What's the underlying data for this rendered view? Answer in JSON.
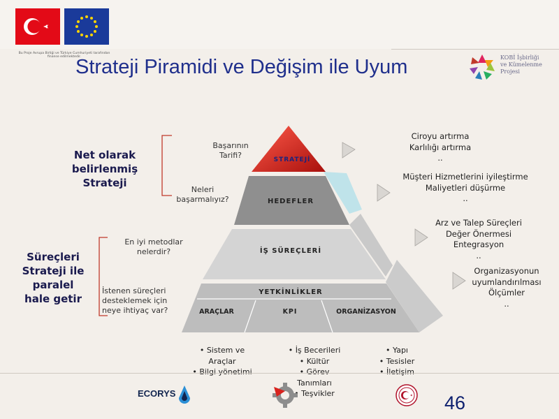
{
  "slide": {
    "title": "Strateji Piramidi ve Değişim ile Uyum",
    "page_number": "46"
  },
  "header": {
    "funding_note": "Bu Proje Avrupa Birliği ve Türkiye Cumhuriyeti tarafından finanse edilmektedir.",
    "kobi_logo_text": [
      "KOBİ İşbirliği",
      "ve Kümelenme",
      "Projesi"
    ]
  },
  "left": {
    "strategy_heading": [
      "Net olarak",
      "belirlenmiş",
      "Strateji"
    ],
    "process_heading": [
      "Süreçleri",
      "Strateji ile",
      "paralel",
      "hale getir"
    ]
  },
  "questions": {
    "q1": [
      "Başarının",
      "Tarifi?"
    ],
    "q2": [
      "Neleri",
      "başarmalıyız?"
    ],
    "q3": [
      "En iyi metodlar",
      "nelerdir?"
    ],
    "q4": [
      "İstenen süreçleri",
      "desteklemek için",
      "neye ihtiyaç var?"
    ]
  },
  "pyramid": {
    "strateji": "STRATEJİ",
    "hedefler": "HEDEFLER",
    "is_surecleri": "İŞ SÜREÇLERİ",
    "yetkinlikler": "YETKİNLİKLER",
    "araclar": "ARAÇLAR",
    "kpi": "KPI",
    "organizasyon": "ORGANİZASYON"
  },
  "results": {
    "r1": [
      "Ciroyu artırma",
      "Karlılığı artırma",
      ".."
    ],
    "r2": [
      "Müşteri Hizmetlerini iyileştirme",
      "Maliyetleri düşürme",
      ".."
    ],
    "r3": [
      "Arz ve Talep Süreçleri",
      "Değer Önermesi",
      "Entegrasyon",
      ".."
    ],
    "r4": [
      "Organizasyonun",
      "uyumlandırılması",
      "Ölçümler",
      ".."
    ]
  },
  "bullets": {
    "col1": [
      "• Sistem ve",
      "Araçlar",
      "• Bilgi yönetimi"
    ],
    "col2": [
      "• İş Becerileri",
      "• Kültür",
      "• Görev",
      "Tanımları",
      "• Teşvikler"
    ],
    "col3": [
      "• Yapı",
      "• Tesisler",
      "• İletişim"
    ]
  },
  "footer": {
    "ecorys_logo": "ECORYS"
  },
  "colors": {
    "title": "#1f2f8c",
    "strateji_red": "#d8231e",
    "hedefler_gray": "#8f8f8f",
    "surecler_gray": "#cfcfcf",
    "yetkinlik_gray": "#bdbdbd",
    "light_blue": "#bfe3ea"
  }
}
